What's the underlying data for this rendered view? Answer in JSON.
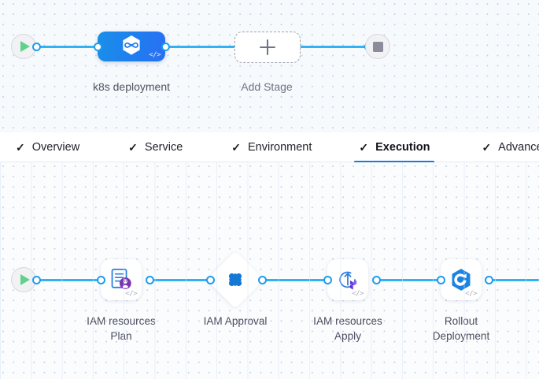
{
  "pipeline": {
    "start_node": {
      "icon": "play-icon",
      "label": ""
    },
    "end_node": {
      "icon": "stop-icon",
      "label": ""
    },
    "stage": {
      "label": "k8s deployment",
      "icon": "harness-hexagon-icon",
      "code_badge": "</>"
    },
    "add_stage": {
      "label": "Add Stage",
      "icon": "plus-icon"
    }
  },
  "tabs": [
    {
      "label": "Overview",
      "check": "✓",
      "active": false
    },
    {
      "label": "Service",
      "check": "✓",
      "active": false
    },
    {
      "label": "Environment",
      "check": "✓",
      "active": false
    },
    {
      "label": "Execution",
      "check": "✓",
      "active": true
    },
    {
      "label": "Advanced",
      "check": "✓",
      "active": false
    }
  ],
  "execution": {
    "start_node": {
      "icon": "play-icon"
    },
    "steps": [
      {
        "label": "IAM resources\nPlan",
        "icon": "terraform-plan-icon",
        "shape": "rounded",
        "code_badge": "</>"
      },
      {
        "label": "IAM Approval",
        "icon": "harness-approval-icon",
        "shape": "diamond",
        "code_badge": ""
      },
      {
        "label": "IAM resources\nApply",
        "icon": "terraform-apply-icon",
        "shape": "rounded",
        "code_badge": "</>"
      },
      {
        "label": "Rollout\nDeployment",
        "icon": "rollout-deployment-icon",
        "shape": "rounded",
        "code_badge": "</>"
      }
    ]
  },
  "colors": {
    "accent_blue": "#1d7bd4",
    "edge_blue": "#32b2f2",
    "node_blue": "#1f7ef0",
    "terraform_purple": "#7b42bc",
    "play_green": "#62d18c",
    "canvas_bg": "#f7fafd"
  }
}
